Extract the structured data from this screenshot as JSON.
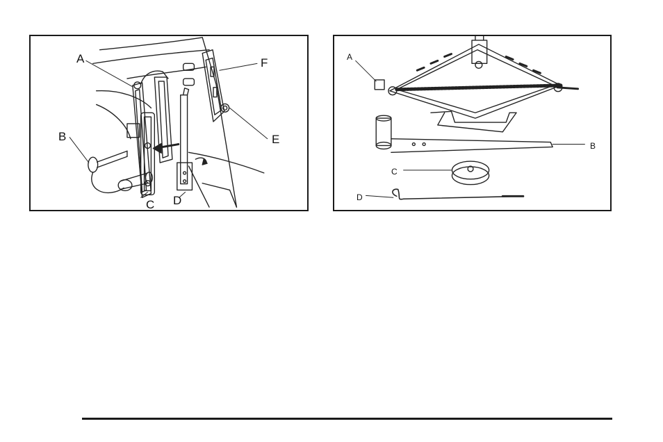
{
  "figures": {
    "left": {
      "callouts": {
        "a": "A",
        "b": "B",
        "c": "C",
        "d": "D",
        "e": "E",
        "f": "F"
      }
    },
    "right": {
      "callouts": {
        "a": "A",
        "b": "B",
        "c": "C",
        "d": "D"
      }
    }
  }
}
